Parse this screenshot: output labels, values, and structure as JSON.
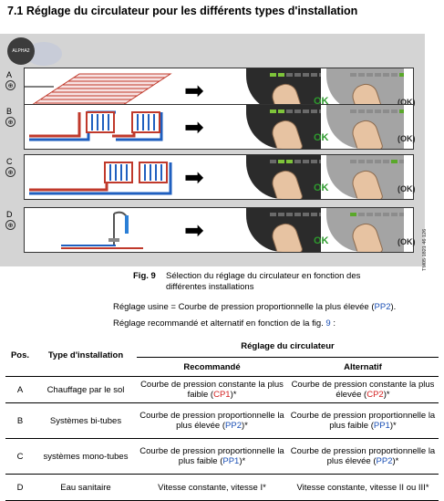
{
  "title": "7.1 Réglage du circulateur pour les différents types d'installation",
  "figure": {
    "logo_text": "ALPHA2",
    "side_code": "TM05 1821 46 126",
    "rows": [
      {
        "letter": "A",
        "arrow": "➡",
        "ok": "OK",
        "ok2": "(OK)",
        "leds_dark": [
          1,
          1,
          0,
          0,
          0,
          0,
          0
        ],
        "leds_light": [
          0,
          0,
          0,
          0,
          0,
          0,
          1
        ]
      },
      {
        "letter": "B",
        "arrow": "➡",
        "ok": "OK",
        "ok2": "(OK)",
        "leds_dark": [
          1,
          1,
          0,
          0,
          0,
          0,
          0
        ],
        "leds_light": [
          0,
          0,
          0,
          0,
          0,
          0,
          1
        ]
      },
      {
        "letter": "C",
        "arrow": "➡",
        "ok": "OK",
        "ok2": "(OK)",
        "leds_dark": [
          0,
          1,
          1,
          0,
          0,
          0,
          0
        ],
        "leds_light": [
          0,
          0,
          0,
          0,
          0,
          1,
          0
        ]
      },
      {
        "letter": "D",
        "arrow": "➡",
        "ok": "OK",
        "ok2": "(OK)",
        "leds_dark": [
          0,
          0,
          0,
          0,
          0,
          0,
          0
        ],
        "leds_light": [
          1,
          0,
          0,
          0,
          0,
          0,
          0
        ]
      }
    ]
  },
  "caption": {
    "label": "Fig. 9",
    "text": "Sélection du réglage du circulateur en fonction des différentes installations"
  },
  "notes": {
    "usine_prefix": "Réglage usine = Courbe de pression proportionnelle la plus élevée (",
    "usine_code": "PP2",
    "usine_suffix": ").",
    "reco_prefix": "Réglage recommandé et alternatif en fonction de la fig. ",
    "reco_fig": "9",
    "reco_suffix": " :"
  },
  "table": {
    "headers": {
      "pos": "Pos.",
      "type": "Type d'installation",
      "group": "Réglage du circulateur",
      "recommended": "Recommandé",
      "alternative": "Alternatif"
    },
    "rows": [
      {
        "pos": "A",
        "type": "Chauffage par le sol",
        "rec_pre": "Courbe de pression constante la plus faible (",
        "rec_code": "CP1",
        "rec_post": ")*",
        "rec_code_color": "red",
        "alt_pre": "Courbe de pression constante la plus élevée (",
        "alt_code": "CP2",
        "alt_post": ")*",
        "alt_code_color": "red"
      },
      {
        "pos": "B",
        "type": "Systèmes bi-tubes",
        "rec_pre": "Courbe de pression proportionnelle la plus élevée (",
        "rec_code": "PP2",
        "rec_post": ")*",
        "rec_code_color": "blue",
        "alt_pre": "Courbe de pression proportionnelle la plus faible (",
        "alt_code": "PP1",
        "alt_post": ")*",
        "alt_code_color": "blue"
      },
      {
        "pos": "C",
        "type": "systèmes mono-tubes",
        "rec_pre": "Courbe de pression proportionnelle la plus faible (",
        "rec_code": "PP1",
        "rec_post": ")*",
        "rec_code_color": "blue",
        "alt_pre": "Courbe de pression proportionnelle la plus élevée (",
        "alt_code": "PP2",
        "alt_post": ")*",
        "alt_code_color": "blue"
      },
      {
        "pos": "D",
        "type": "Eau sanitaire",
        "rec_pre": "Vitesse constante, vitesse I*",
        "rec_code": "",
        "rec_post": "",
        "rec_code_color": "",
        "alt_pre": "Vitesse constante, vitesse II ou III*",
        "alt_code": "",
        "alt_post": "",
        "alt_code_color": ""
      }
    ]
  }
}
